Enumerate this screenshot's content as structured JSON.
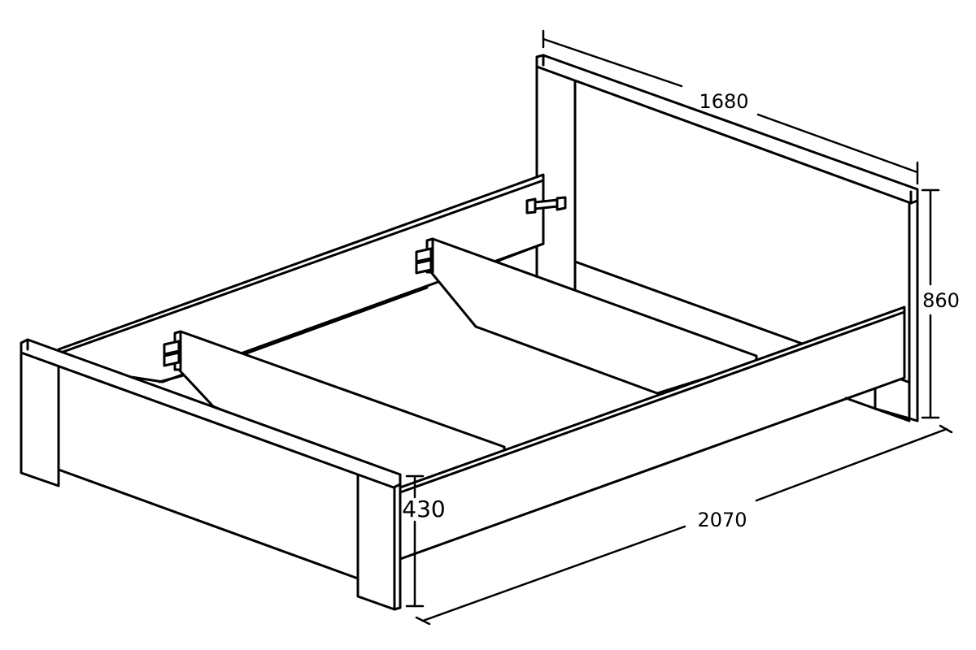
{
  "dimensions": {
    "width": "1680",
    "height": "860",
    "footboard_height": "430",
    "length": "2070"
  },
  "colors": {
    "line": "#000000",
    "background": "#ffffff"
  }
}
